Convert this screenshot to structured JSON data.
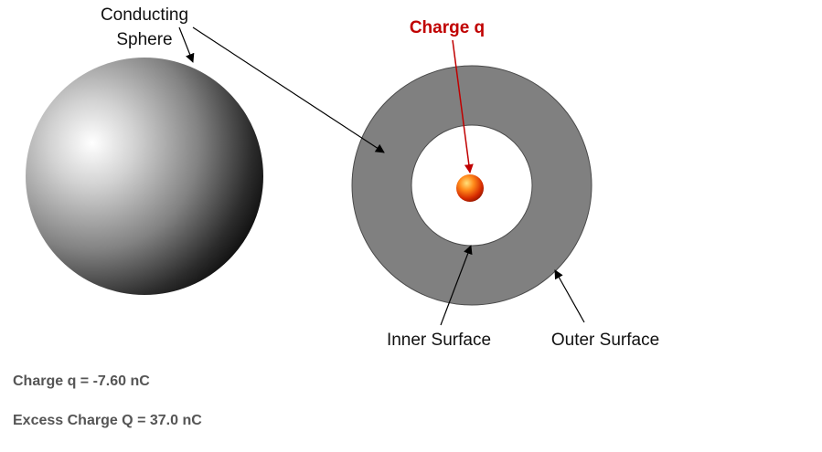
{
  "labels": {
    "conducting_line1": "Conducting",
    "conducting_line2": "Sphere",
    "charge_q": "Charge q",
    "inner_surface": "Inner Surface",
    "outer_surface": "Outer Surface"
  },
  "values": {
    "charge_q_text": "Charge q = -7.60 nC",
    "excess_charge_text": "Excess Charge Q = 37.0 nC"
  },
  "colors": {
    "shell": "#808080",
    "charge_label": "#c00000",
    "arrow": "#000000"
  }
}
